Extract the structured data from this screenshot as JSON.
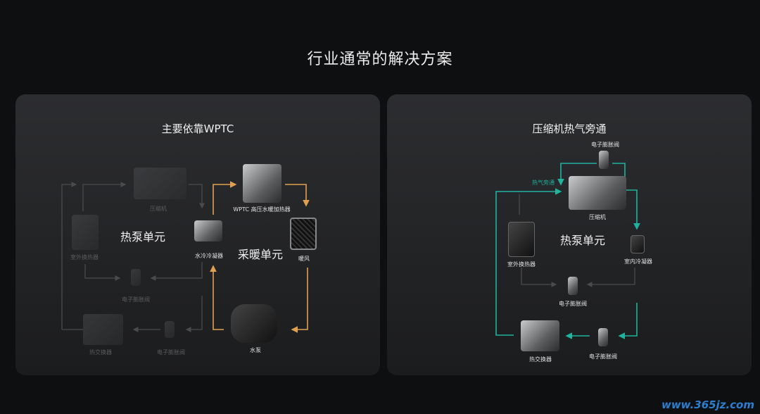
{
  "title": "行业通常的解决方案",
  "left": {
    "title": "主要依靠WPTC",
    "heat_pump": "热泵单元",
    "heating": "采暖单元",
    "labels": {
      "compressor": "压缩机",
      "wptc": "WPTC 高压水暖加热器",
      "condenser": "水冷冷凝器",
      "heater_core": "暖风",
      "pump": "水泵",
      "outdoor": "室外换热器",
      "exv_mid": "电子膨胀阀",
      "hx": "热交换器",
      "exv_bottom": "电子膨胀阀"
    }
  },
  "right": {
    "title": "压缩机热气旁通",
    "heat_pump": "热泵单元",
    "bypass": "热气旁通",
    "labels": {
      "exv_top": "电子膨胀阀",
      "compressor": "压缩机",
      "outdoor": "室外换热器",
      "indoor": "室内冷凝器",
      "exv_mid": "电子膨胀阀",
      "hx": "热交换器",
      "exv_bottom": "电子膨胀阀"
    }
  },
  "colors": {
    "orange": "#e0a050",
    "teal": "#1fb3a0",
    "gray": "#4a4b4d"
  },
  "watermark": "www.365jz.com"
}
